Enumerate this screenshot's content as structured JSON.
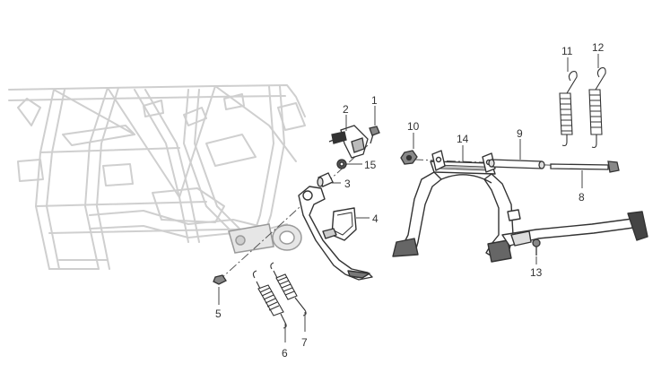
{
  "diagram": {
    "callouts": [
      "1",
      "2",
      "3",
      "4",
      "5",
      "6",
      "7",
      "8",
      "9",
      "10",
      "11",
      "12",
      "13",
      "14",
      "15"
    ]
  },
  "colors": {
    "frame_ghost": "#d6d6d6",
    "frame_ghost_fill": "#eeeeee",
    "part_stroke": "#333333",
    "part_shade": "#9a9a9a",
    "leader": "#444444"
  },
  "icons": [
    "motorcycle-frame-outline",
    "side-stand",
    "center-stand",
    "return-spring",
    "pivot-bolt",
    "nut",
    "washer",
    "spacer",
    "pipe"
  ]
}
